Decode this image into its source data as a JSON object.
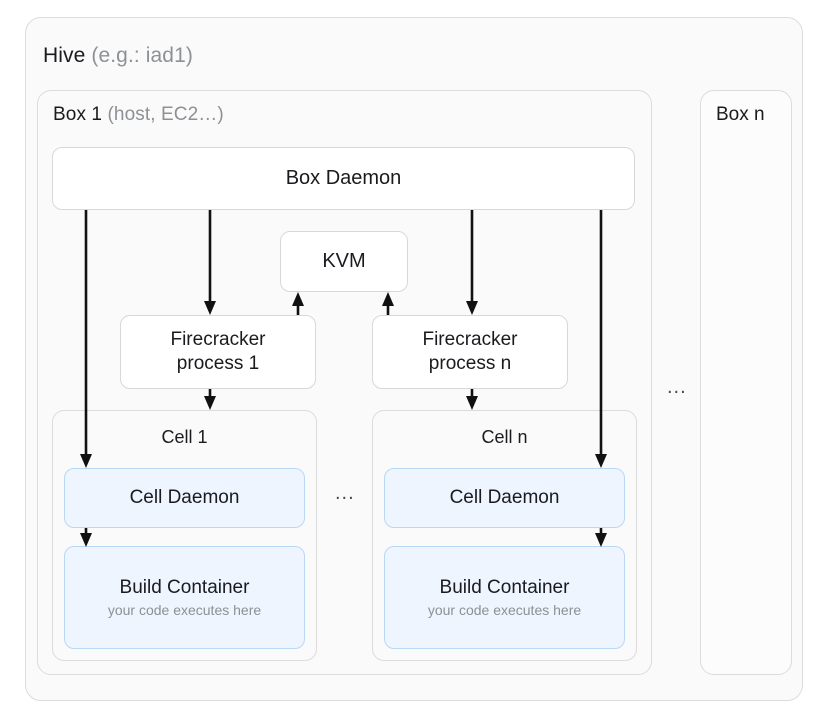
{
  "diagram": {
    "hive": {
      "name": "Hive",
      "qualifier": "(e.g.: iad1)"
    },
    "box1": {
      "name": "Box 1",
      "qualifier": "(host, EC2…)",
      "box_daemon": "Box Daemon",
      "kvm": "KVM",
      "firecracker": [
        "Firecracker\nprocess 1",
        "Firecracker\nprocess n"
      ],
      "firecracker_1_line1": "Firecracker",
      "firecracker_1_line2": "process 1",
      "firecracker_n_line1": "Firecracker",
      "firecracker_n_line2": "process n",
      "cells": [
        {
          "title": "Cell 1",
          "cell_daemon": "Cell Daemon",
          "build_container": "Build Container",
          "build_container_sub": "your code executes here"
        },
        {
          "title": "Cell n",
          "cell_daemon": "Cell Daemon",
          "build_container": "Build Container",
          "build_container_sub": "your code executes here"
        }
      ],
      "cells_ellipsis": "..."
    },
    "boxn": {
      "name": "Box n"
    },
    "boxes_ellipsis": "...",
    "colors": {
      "page_background": "#ffffff",
      "panel_background": "#fafafa",
      "panel_border": "#dcdcdc",
      "card_background": "#ffffff",
      "card_border": "#d8d8d8",
      "accent_fill": "#eef5fe",
      "accent_border": "#b9d8f5",
      "text": "#1b1b1f",
      "muted_text": "#8d9196",
      "arrow": "#111111"
    }
  }
}
